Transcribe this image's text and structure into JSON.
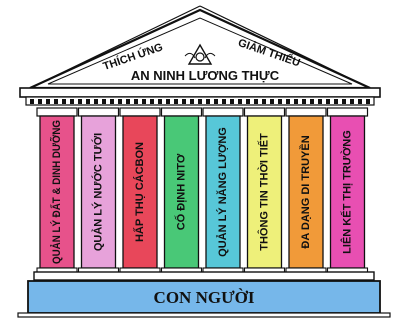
{
  "roof": {
    "left_label": "THÍCH ỨNG",
    "right_label": "GIẢM THIỂU",
    "center_label": "AN NINH LƯƠNG THỰC",
    "emblem": "csa-emblem-icon"
  },
  "columns": [
    {
      "label": "QUẢN LÝ ĐẤT & DINH DƯỠNG",
      "color": "#e7528b"
    },
    {
      "label": "QUẢN LÝ NƯỚC TƯỚI",
      "color": "#e7a2da"
    },
    {
      "label": "HẤP THỤ CÁCBON",
      "color": "#e8475a"
    },
    {
      "label": "CỐ ĐỊNH NITƠ",
      "color": "#49c877"
    },
    {
      "label": "QUẢN LÝ NĂNG LƯỢNG",
      "color": "#57c7d8"
    },
    {
      "label": "THÔNG TIN THỜI TIẾT",
      "color": "#eef07a"
    },
    {
      "label": "ĐA DẠNG DI TRUYỀN",
      "color": "#f19a39"
    },
    {
      "label": "LIÊN KẾT THỊ TRƯỜNG",
      "color": "#e84fb2"
    }
  ],
  "base": {
    "label": "CON NGƯỜI",
    "color": "#76b7ea"
  }
}
